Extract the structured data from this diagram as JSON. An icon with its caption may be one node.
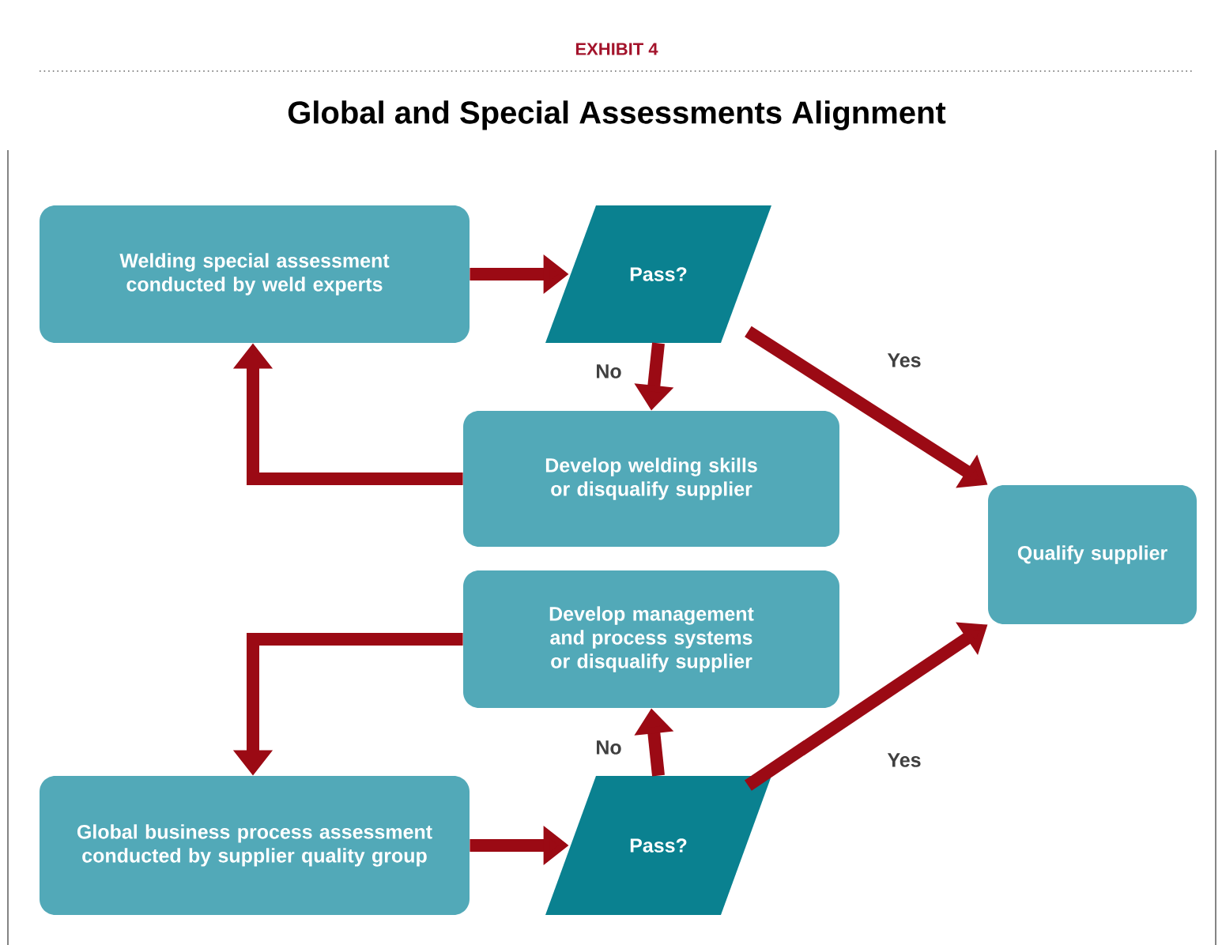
{
  "diagram": {
    "title": "Global and Special Assessments Alignment",
    "nodes": [
      {
        "text": [
          "Welding special assessment conducted by weld experts"
        ]
      },
      {
        "text": [
          "Pass?"
        ]
      },
      {
        "text": [
          "Develop welding skills or disqualify supplier"
        ]
      },
      {
        "text": [
          "Qualify supplier"
        ]
      },
      {
        "text": [
          "Develop management and process systems or disqualify supplier"
        ]
      },
      {
        "text": [
          "Global business process assessment conducted by supplier quality group"
        ]
      },
      {
        "text": [
          "Pass?"
        ]
      }
    ],
    "edges": [
      {
        "from": 0,
        "to": 1,
        "arrow": "to"
      },
      {
        "from": 1,
        "to": 2,
        "arrow": "to",
        "label": "No"
      },
      {
        "from": 2,
        "to": 0,
        "arrow": "to"
      },
      {
        "from": 1,
        "to": 3,
        "arrow": "to",
        "label": "Yes"
      },
      {
        "from": 5,
        "to": 6,
        "arrow": "to"
      },
      {
        "from": 6,
        "to": 4,
        "arrow": "to",
        "label": "No"
      },
      {
        "from": 4,
        "to": 5,
        "arrow": "to"
      },
      {
        "from": 6,
        "to": 3,
        "arrow": "to",
        "label": "Yes"
      }
    ],
    "labels": [
      "EXHIBIT 4"
    ]
  }
}
